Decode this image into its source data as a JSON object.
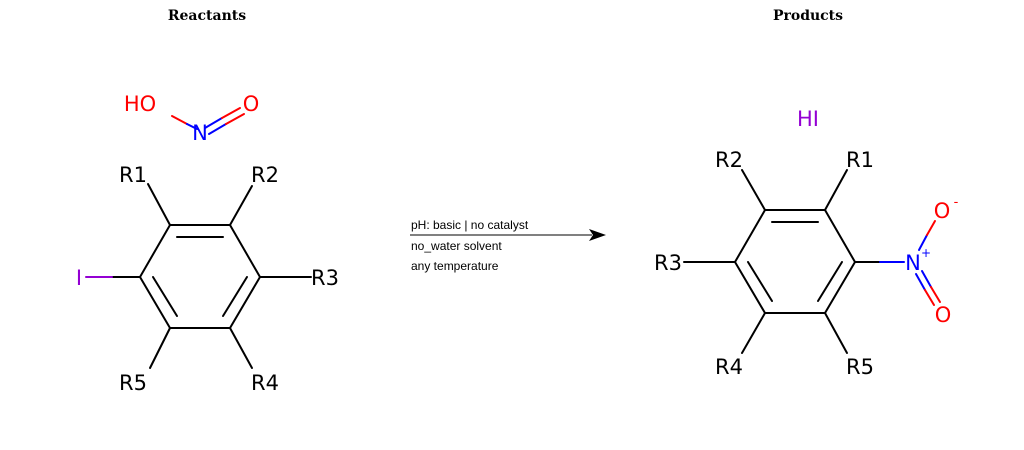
{
  "titles": {
    "reactants": "Reactants",
    "products": "Products"
  },
  "conditions": {
    "line1": "pH: basic | no catalyst",
    "line2": "no_water solvent",
    "line3": "any temperature"
  },
  "reactant_nitrous_acid": {
    "ho": "HO",
    "n": "N",
    "o": "O"
  },
  "reactant_iodoarene": {
    "i": "I",
    "r1": "R1",
    "r2": "R2",
    "r3": "R3",
    "r4": "R4",
    "r5": "R5"
  },
  "product_hi": {
    "label": "HI"
  },
  "product_nitroarene": {
    "r1": "R1",
    "r2": "R2",
    "r3": "R3",
    "r4": "R4",
    "r5": "R5",
    "n": "N",
    "n_charge": "+",
    "o_top": "O",
    "o_top_charge": "-",
    "o_bottom": "O"
  },
  "colors": {
    "carbon": "#000000",
    "oxygen": "#ff0000",
    "nitrogen": "#0000ff",
    "iodine": "#9400d3"
  }
}
